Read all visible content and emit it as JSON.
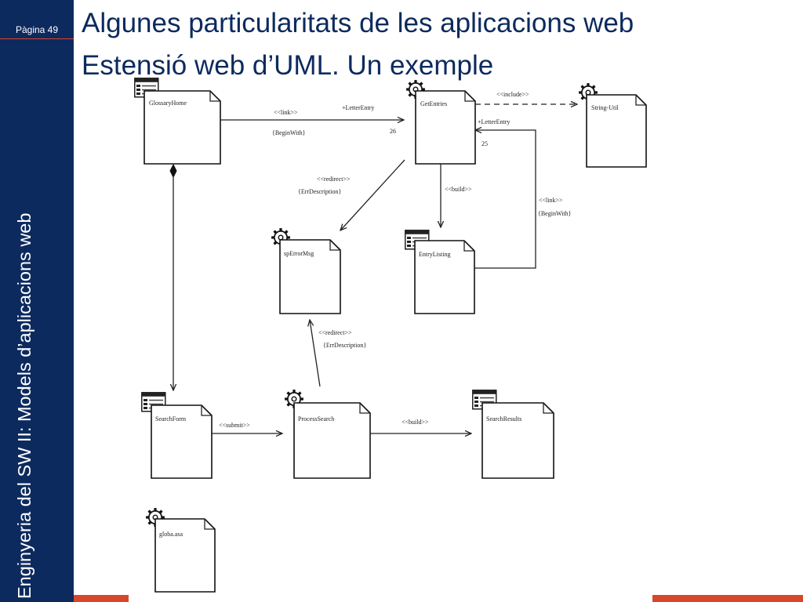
{
  "sidebar": {
    "page_label": "Pàgina 49",
    "course_title": "Enginyeria del SW II: Models d’aplicacions web"
  },
  "header": {
    "title": "Algunes particularitats de les aplicacions web",
    "subtitle": "Estensió web d’UML. Un exemple"
  },
  "diagram": {
    "components": {
      "glossary_home": "GlossaryHome",
      "get_entries": "GetEntries",
      "string_util": "String-Util",
      "sp_error_msg": "spErrorMsg",
      "entry_listing": "EntryListing",
      "search_form": "SearchForm",
      "process_search": "ProcessSearch",
      "search_results": "SearchResults",
      "global_asa": "globa.asa"
    },
    "connectors": {
      "link1": "<<link>>",
      "link1_param": "{BeginWith}",
      "link1_role": "+LetterEntry",
      "link1_mult": "26",
      "include": "<<include>>",
      "link2_role": "+LetterEntry",
      "link2_mult": "25",
      "redirect1": "<<redirect>>",
      "redirect1_param": "{ErrDescription}",
      "build1": "<<build>>",
      "link2": "<<link>>",
      "link2_param": "{BeginWith}",
      "redirect2": "<<redirect>>",
      "redirect2_param": "{ErrDescription}",
      "submit": "<<submit>>",
      "build2": "<<build>>"
    }
  },
  "colors": {
    "sidebar": "#0c2a5e",
    "accent": "#d9472b",
    "title": "#0c2a5e"
  }
}
